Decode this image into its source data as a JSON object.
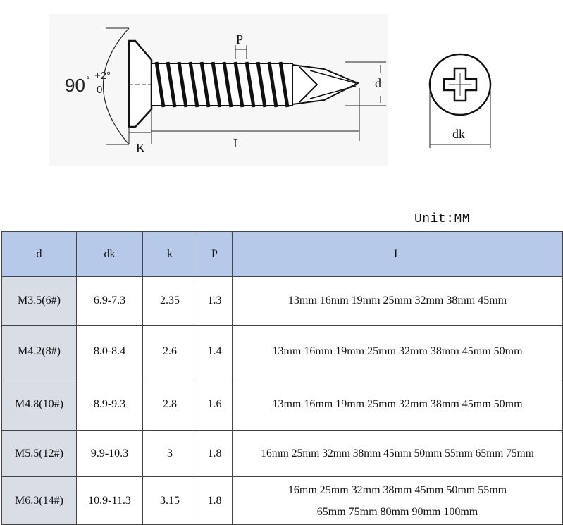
{
  "drawing": {
    "angle_main": "90",
    "angle_sup": "+2°",
    "angle_sub": "0",
    "degree_mark": "°",
    "label_p": "P",
    "label_d": "d",
    "label_k": "K",
    "label_l": "L",
    "label_dk": "dk"
  },
  "unit": "Unit:MM",
  "table": {
    "headers": [
      "d",
      "dk",
      "k",
      "P",
      "L"
    ],
    "rows": [
      {
        "d": "M3.5(6#)",
        "dk": "6.9-7.3",
        "k": "2.35",
        "p": "1.3",
        "l1": "13mm 16mm 19mm 25mm 32mm 38mm 45mm",
        "l2": ""
      },
      {
        "d": "M4.2(8#)",
        "dk": "8.0-8.4",
        "k": "2.6",
        "p": "1.4",
        "l1": "13mm 16mm 19mm 25mm 32mm 38mm 45mm 50mm",
        "l2": ""
      },
      {
        "d": "M4.8(10#)",
        "dk": "8.9-9.3",
        "k": "2.8",
        "p": "1.6",
        "l1": "13mm 16mm 19mm 25mm 32mm 38mm 45mm 50mm",
        "l2": ""
      },
      {
        "d": "M5.5(12#)",
        "dk": "9.9-10.3",
        "k": "3",
        "p": "1.8",
        "l1": "16mm 25mm 32mm 38mm 45mm 50mm 55mm 65mm 75mm",
        "l2": ""
      },
      {
        "d": "M6.3(14#)",
        "dk": "10.9-11.3",
        "k": "3.15",
        "p": "1.8",
        "l1": "16mm 25mm 32mm 38mm 45mm 50mm 55mm",
        "l2": "65mm 75mm 80mm 90mm 100mm"
      }
    ]
  }
}
